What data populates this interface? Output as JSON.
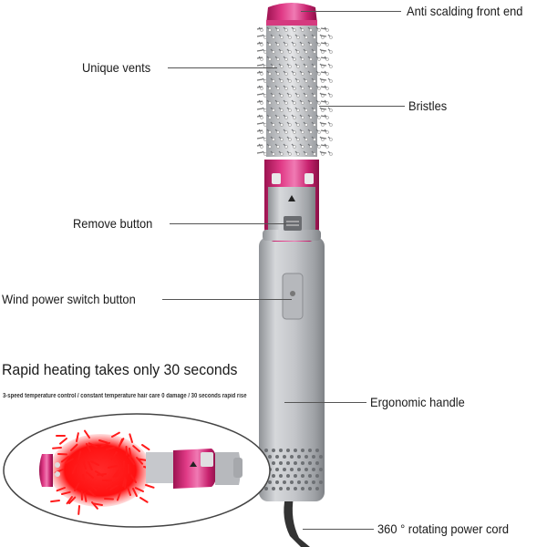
{
  "labels": {
    "front_end": "Anti scalding front end",
    "vents": "Unique vents",
    "bristles": "Bristles",
    "remove_button": "Remove button",
    "wind_button": "Wind power switch button",
    "handle": "Ergonomic handle",
    "cord": "360 ° rotating power cord"
  },
  "headline": "Rapid heating takes only 30 seconds",
  "subline": "3-speed temperature control / constant temperature hair care 0 damage / 30 seconds rapid rise",
  "colors": {
    "magenta": "#c8236f",
    "magenta_light": "#e86aa6",
    "silver": "#b9bcc0",
    "silver_dark": "#8c8f93",
    "heat_red": "#ff1a1a"
  }
}
